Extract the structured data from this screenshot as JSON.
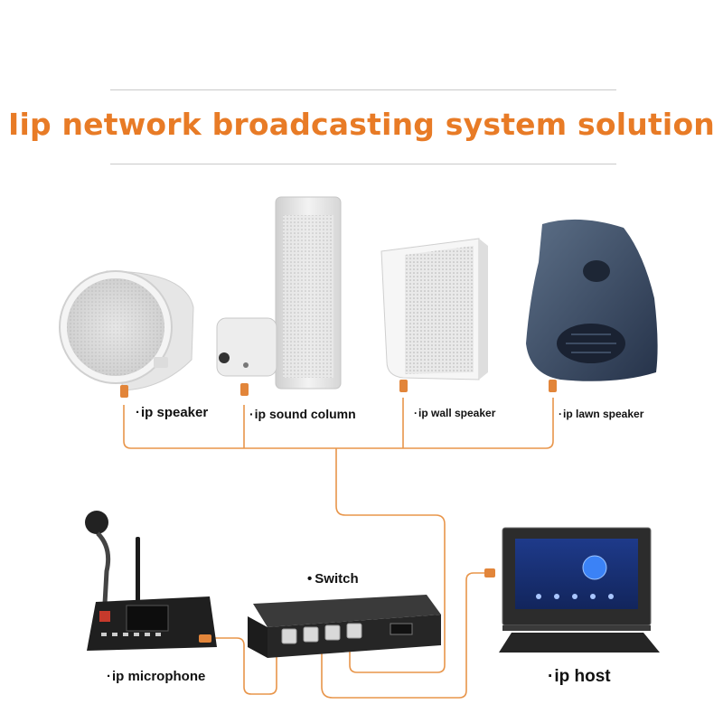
{
  "title": "Iip network broadcasting system solution",
  "devices": {
    "ip_speaker": "ip speaker",
    "ip_sound_column": "ip sound column",
    "ip_wall_speaker": "ip wall speaker",
    "ip_lawn_speaker": "ip lawn speaker",
    "switch": "Switch",
    "ip_microphone": "ip microphone",
    "ip_host": "ip host"
  },
  "colors": {
    "title": "#e87b26",
    "cable": "#e8954a",
    "connector": "#e2853a"
  }
}
